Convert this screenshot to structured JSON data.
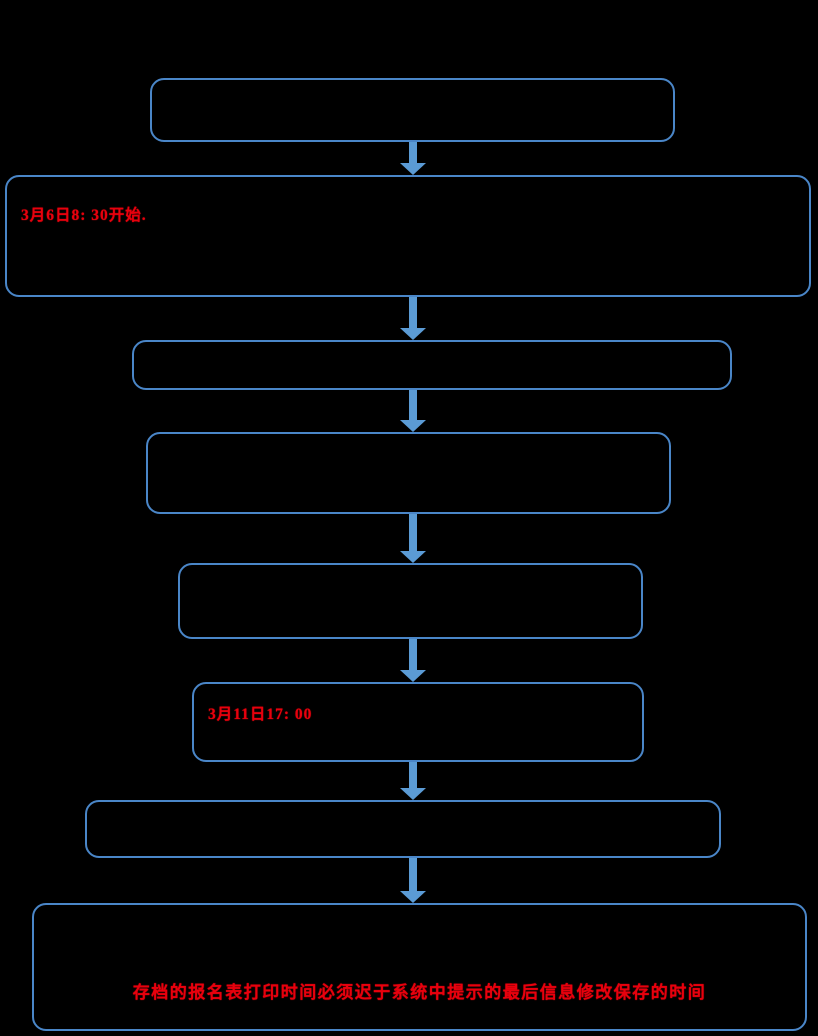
{
  "meta": {
    "background_color": "#000000",
    "node_border_color": "#4a86c8",
    "arrow_color": "#5b9bd5",
    "highlight_text_color": "#e8000d",
    "body_text_color": "#050505"
  },
  "flowchart": {
    "type": "flow",
    "orientation": "top-to-bottom",
    "nodes": [
      {
        "id": "n1",
        "name": "step-1",
        "text": "",
        "highlight": ""
      },
      {
        "id": "n2",
        "name": "step-2",
        "text": "",
        "highlight": "3月6日8: 30开始."
      },
      {
        "id": "n3",
        "name": "step-3",
        "text": "",
        "highlight": ""
      },
      {
        "id": "n4",
        "name": "step-4",
        "text": "",
        "highlight": ""
      },
      {
        "id": "n5",
        "name": "step-5",
        "text": "",
        "highlight": ""
      },
      {
        "id": "n6",
        "name": "step-6",
        "text": "",
        "highlight": "3月11日17: 00"
      },
      {
        "id": "n7",
        "name": "step-7",
        "text": "",
        "highlight": ""
      },
      {
        "id": "n8",
        "name": "step-8",
        "text": "",
        "highlight": "存档的报名表打印时间必须迟于系统中提示的最后信息修改保存的时间"
      }
    ],
    "connectors": [
      {
        "id": "a1",
        "name": "arrow-step1-to-step2",
        "from": "n1",
        "to": "n2",
        "glyph": "down-arrow-icon"
      },
      {
        "id": "a2",
        "name": "arrow-step2-to-step3",
        "from": "n2",
        "to": "n3",
        "glyph": "down-arrow-icon"
      },
      {
        "id": "a3",
        "name": "arrow-step3-to-step4",
        "from": "n3",
        "to": "n4",
        "glyph": "down-arrow-icon"
      },
      {
        "id": "a4",
        "name": "arrow-step4-to-step5",
        "from": "n4",
        "to": "n5",
        "glyph": "down-arrow-icon"
      },
      {
        "id": "a5",
        "name": "arrow-step5-to-step6",
        "from": "n5",
        "to": "n6",
        "glyph": "down-arrow-icon"
      },
      {
        "id": "a6",
        "name": "arrow-step6-to-step7",
        "from": "n6",
        "to": "n7",
        "glyph": "down-arrow-icon"
      },
      {
        "id": "a7",
        "name": "arrow-step7-to-step8",
        "from": "n7",
        "to": "n8",
        "glyph": "down-arrow-icon"
      }
    ]
  }
}
